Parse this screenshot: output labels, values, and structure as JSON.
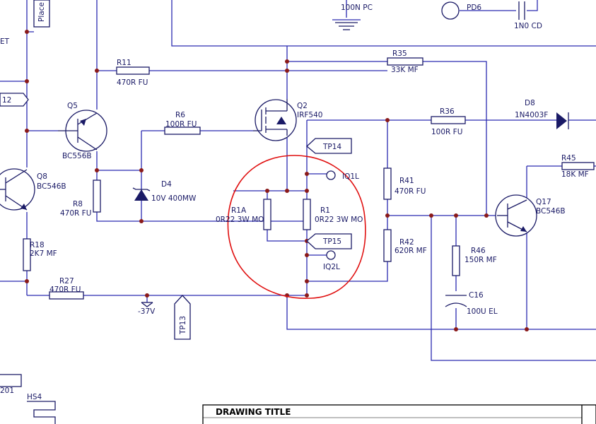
{
  "components": {
    "place_label": "Place",
    "c_top": "100N PC",
    "pd6": "PD6",
    "c_1n0": "1N0 CD",
    "et_label": "ET",
    "net_12": "12",
    "r11_ref": "R11",
    "r11_val": "470R FU",
    "r35_ref": "R35",
    "r35_val": "33K MF",
    "q5_ref": "Q5",
    "q5_val": "BC556B",
    "r6_ref": "R6",
    "r6_val": "100R FU",
    "q2_ref": "Q2",
    "q2_val": "IRF540",
    "r36_ref": "R36",
    "r36_val": "100R FU",
    "d8_ref": "D8",
    "d8_val": "1N4003F",
    "tp14": "TP14",
    "iq1l": "IQ1L",
    "r45_ref": "R45",
    "r45_val": "18K MF",
    "q8_ref": "Q8",
    "q8_val": "BC546B",
    "d4_ref": "D4",
    "d4_val": "10V 400MW",
    "r8_ref": "R8",
    "r8_val": "470R FU",
    "r1a_ref": "R1A",
    "r1a_val": "0R22 3W MO",
    "r1_ref": "R1",
    "r1_val": "0R22 3W MO",
    "r41_ref": "R41",
    "r41_val": "470R FU",
    "q17_ref": "Q17",
    "q17_val": "BC546B",
    "tp15": "TP15",
    "iq2l": "IQ2L",
    "r42_ref": "R42",
    "r42_val": "620R MF",
    "r46_ref": "R46",
    "r46_val": "150R MF",
    "r18_ref": "R18",
    "r18_val": "2K7 MF",
    "r27_ref": "R27",
    "r27_val": "470R FU",
    "c16_ref": "C16",
    "c16_val": "100U EL",
    "neg37": "-37V",
    "tp13": "TP13",
    "ref_201": "201",
    "hs4": "HS4"
  },
  "title_block": {
    "drawing_title": "DRAWING TITLE"
  },
  "colors": {
    "wire": "#2b2bb0",
    "part": "#1a1a66",
    "junction": "#8a1a1a",
    "annotation": "#e01010"
  }
}
